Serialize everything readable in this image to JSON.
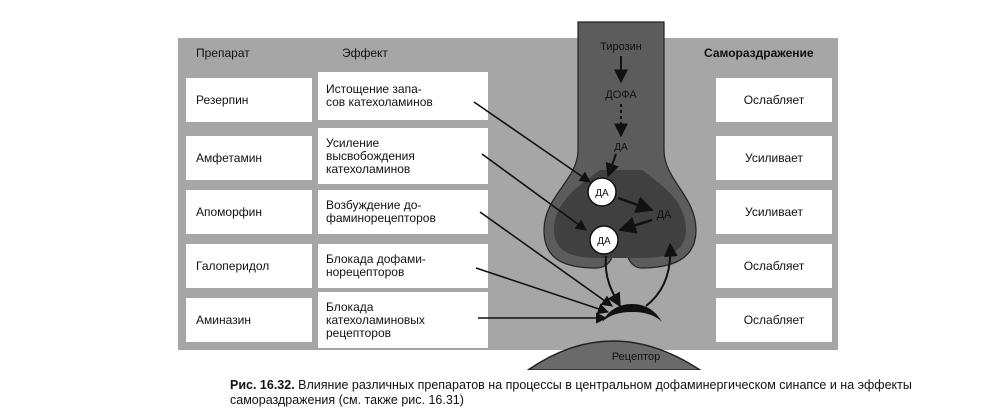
{
  "headers": {
    "drug": "Препарат",
    "effect": "Эффект",
    "self_stimulation": "Самораздражение"
  },
  "rows": [
    {
      "drug": "Резерпин",
      "effect": "Истощение запа-\nсов катехоламинов",
      "self_stimulation": "Ослабляет"
    },
    {
      "drug": "Амфетамин",
      "effect": "Усиление\nвысвобождения\nкатехоламинов",
      "self_stimulation": "Усиливает"
    },
    {
      "drug": "Апоморфин",
      "effect": "Возбуждение до-\nфаминорецепторов",
      "self_stimulation": "Усиливает"
    },
    {
      "drug": "Галоперидол",
      "effect": "Блокада дофами-\nнорецепторов",
      "self_stimulation": "Ослабляет"
    },
    {
      "drug": "Аминазин",
      "effect": "Блокада\nкатехоламиновых\nрецепторов",
      "self_stimulation": "Ослабляет"
    }
  ],
  "synapse": {
    "tyrosine": "Тирозин",
    "dopa": "ДОФА",
    "da": "ДА",
    "receptor": "Рецептор"
  },
  "caption": {
    "label": "Рис. 16.32.",
    "text": "Влияние различных препаратов на процессы в центральном дофаминергическом синапсе и на эффекты самораздражения (см. также рис. 16.31)"
  },
  "colors": {
    "panel": "#a6a6a6",
    "neuron": "#5c5c5c",
    "terminal_inner": "#3f3f3f",
    "arrow": "#111111"
  }
}
